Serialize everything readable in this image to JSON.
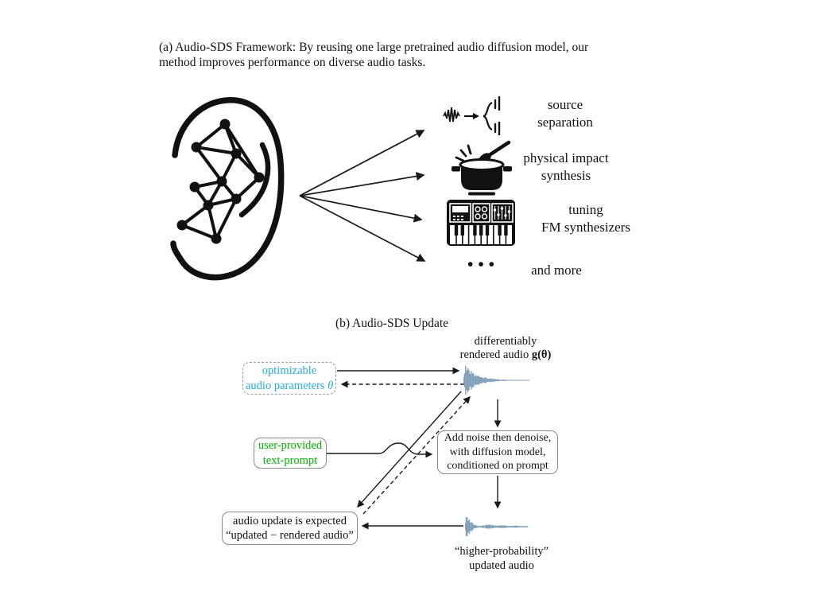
{
  "figure": {
    "panel_a": {
      "caption": "(a) Audio-SDS Framework: By reusing one large pretrained audio diffusion model, our\nmethod improves performance on diverse audio tasks.",
      "ear_icon": "ear-network-icon",
      "ellipsis": "•••",
      "tasks": [
        {
          "icon": "source-separation-icon",
          "label": "source\nseparation"
        },
        {
          "icon": "physical-impact-pot-icon",
          "label": "physical impact\nsynthesis"
        },
        {
          "icon": "fm-synthesizer-icon",
          "label": "tuning\nFM synthesizers"
        },
        {
          "icon": "ellipsis-icon",
          "label": "and more"
        }
      ]
    },
    "panel_b": {
      "caption": "(b) Audio-SDS Update",
      "rendered_audio_label": {
        "line1": "differentiably",
        "line2_text": "rendered audio ",
        "line2_math": "g(θ)"
      },
      "param_box": {
        "line1": "optimizable",
        "line2": "audio parameters ",
        "theta": "θ"
      },
      "prompt_box": {
        "line1": "user-provided",
        "line2": "text-prompt"
      },
      "noise_box": {
        "line1": "Add noise then denoise,",
        "line2": "with diffusion model,",
        "line3": "conditioned on prompt"
      },
      "update_box": {
        "line1": "audio update is expected",
        "line2": "“updated − rendered audio”"
      },
      "updated_audio_label": {
        "line1": "“higher-probability”",
        "line2": "updated audio"
      },
      "waveforms": [
        {
          "name": "rendered-audio-waveform",
          "n": 60,
          "width": 84,
          "mid": 23,
          "peak": 19,
          "tau": 11,
          "seed": 3,
          "min": 0.5,
          "bumps": []
        },
        {
          "name": "updated-audio-waveform",
          "n": 58,
          "width": 80,
          "mid": 18,
          "peak": 16,
          "tau": 4.2,
          "seed": 7,
          "min": 0.4,
          "bumps": [
            {
              "c": 22,
              "w": 4,
              "a": 0.16
            },
            {
              "c": 34,
              "w": 4,
              "a": 0.11
            },
            {
              "c": 46,
              "w": 4,
              "a": 0.08
            },
            {
              "c": 55,
              "w": 3,
              "a": 0.05
            }
          ]
        }
      ]
    },
    "colors": {
      "param_text": "#29abe2",
      "prompt_text": "#00b400",
      "waveform": "#7e9db8",
      "line": "#1a1a1a",
      "box_border": "#8a8a8a"
    }
  }
}
